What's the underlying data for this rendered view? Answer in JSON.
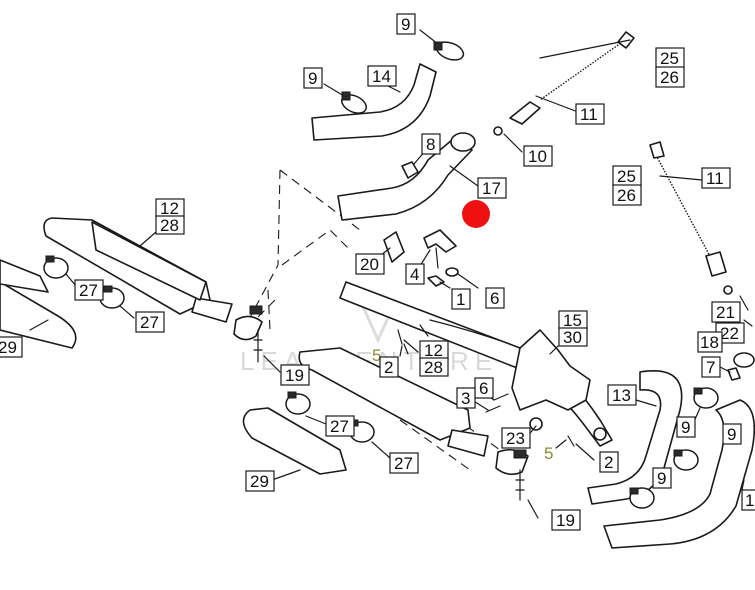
{
  "watermark": "LEADVENTURE",
  "colors": {
    "marker": "#ee1111",
    "line": "#1a1a1a",
    "olive_callout": "#8a8a3a",
    "watermark": "#d9d9d9"
  },
  "callouts": {
    "c9a": "9",
    "c9b": "9",
    "c14": "14",
    "c25a": "25",
    "c26a": "26",
    "c11a": "11",
    "c8": "8",
    "c10": "10",
    "c17": "17",
    "c25b": "25",
    "c26b": "26",
    "c11b": "11",
    "c12a": "12",
    "c28a": "28",
    "c20": "20",
    "c4": "4",
    "c1": "1",
    "c6a": "6",
    "c21": "21",
    "c22": "22",
    "c18": "18",
    "c27a": "27",
    "c27b": "27",
    "c29a": "29",
    "c15": "15",
    "c30": "30",
    "c5a": "5",
    "c2a": "2",
    "c12b": "12",
    "c28b": "28",
    "c19a": "19",
    "c7": "7",
    "c6b": "6",
    "c3": "3",
    "c13": "13",
    "c9c": "9",
    "c9d": "9",
    "c27c": "27",
    "c27d": "27",
    "c23": "23",
    "c5b": "5",
    "c2b": "2",
    "c29b": "29",
    "c9e": "9",
    "c19b": "19",
    "c1r": "1"
  }
}
